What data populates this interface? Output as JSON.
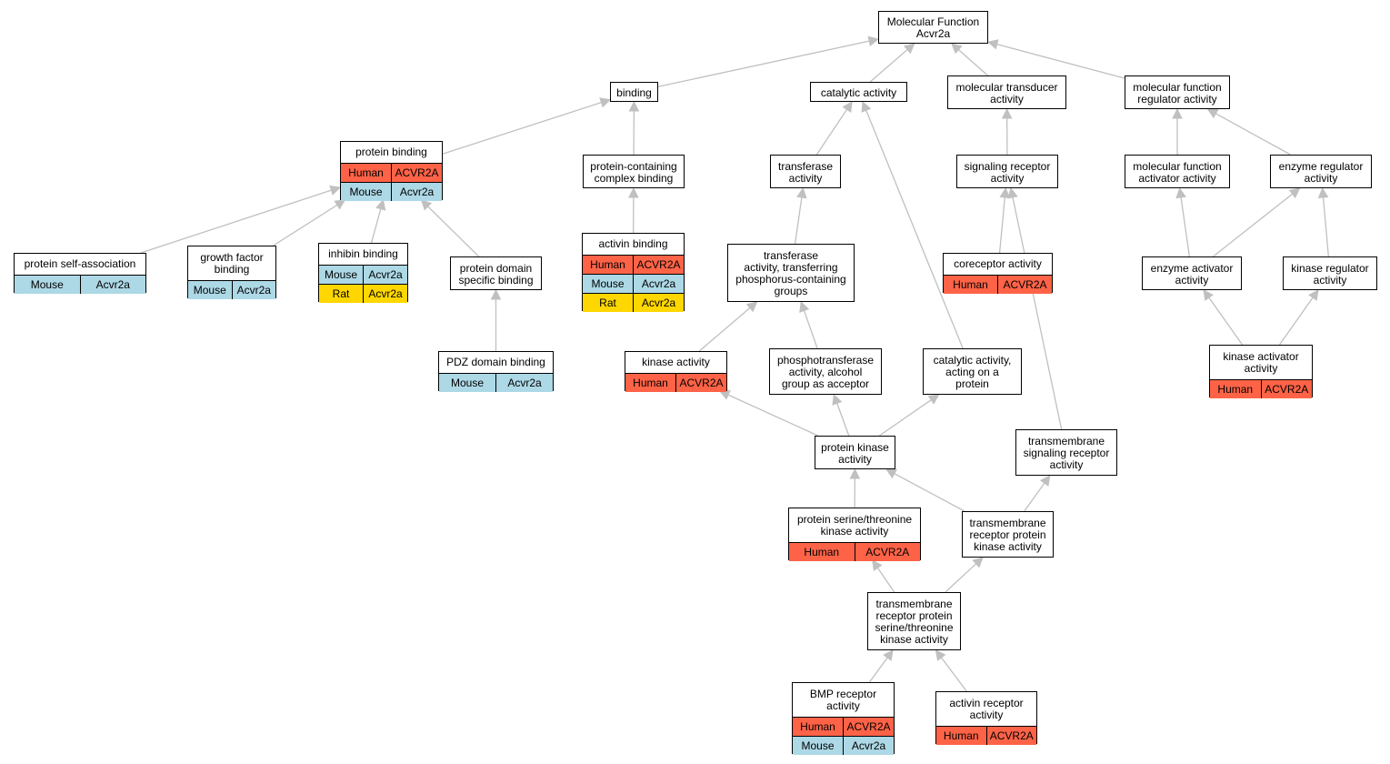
{
  "colors": {
    "Human": "#ff6347",
    "Mouse": "#add8e6",
    "Rat": "#ffd700",
    "edge": "#c0c0c0"
  },
  "nodes": {
    "mf": {
      "label": "Molecular Function\nAcvr2a",
      "rows": []
    },
    "bind": {
      "label": "binding",
      "rows": []
    },
    "cat": {
      "label": "catalytic activity",
      "rows": []
    },
    "mtrans": {
      "label": "molecular transducer\nactivity",
      "rows": []
    },
    "mfreg": {
      "label": "molecular function\nregulator activity",
      "rows": []
    },
    "pbind": {
      "label": "protein binding",
      "rows": [
        {
          "species": "Human",
          "gene": "ACVR2A"
        },
        {
          "species": "Mouse",
          "gene": "Acvr2a"
        }
      ]
    },
    "pcbind": {
      "label": "protein-containing\ncomplex binding",
      "rows": []
    },
    "trans": {
      "label": "transferase\nactivity",
      "rows": []
    },
    "sigrec": {
      "label": "signaling receptor\nactivity",
      "rows": []
    },
    "mfact": {
      "label": "molecular function\nactivator activity",
      "rows": []
    },
    "enzreg": {
      "label": "enzyme regulator\nactivity",
      "rows": []
    },
    "psa": {
      "label": "protein self-association",
      "rows": [
        {
          "species": "Mouse",
          "gene": "Acvr2a"
        }
      ]
    },
    "gfb": {
      "label": "growth factor\nbinding",
      "rows": [
        {
          "species": "Mouse",
          "gene": "Acvr2a"
        }
      ]
    },
    "inhb": {
      "label": "inhibin binding",
      "rows": [
        {
          "species": "Mouse",
          "gene": "Acvr2a"
        },
        {
          "species": "Rat",
          "gene": "Acvr2a"
        }
      ]
    },
    "pdsb": {
      "label": "protein domain\nspecific binding",
      "rows": []
    },
    "actb": {
      "label": "activin binding",
      "rows": [
        {
          "species": "Human",
          "gene": "ACVR2A"
        },
        {
          "species": "Mouse",
          "gene": "Acvr2a"
        },
        {
          "species": "Rat",
          "gene": "Acvr2a"
        }
      ]
    },
    "tphos": {
      "label": "transferase\nactivity, transferring\nphosphorus-containing\ngroups",
      "rows": []
    },
    "corec": {
      "label": "coreceptor activity",
      "rows": [
        {
          "species": "Human",
          "gene": "ACVR2A"
        }
      ]
    },
    "enzact": {
      "label": "enzyme activator\nactivity",
      "rows": []
    },
    "kinreg": {
      "label": "kinase regulator\nactivity",
      "rows": []
    },
    "pdz": {
      "label": "PDZ domain binding",
      "rows": [
        {
          "species": "Mouse",
          "gene": "Acvr2a"
        }
      ]
    },
    "kin": {
      "label": "kinase activity",
      "rows": [
        {
          "species": "Human",
          "gene": "ACVR2A"
        }
      ]
    },
    "phtr": {
      "label": "phosphotransferase\nactivity, alcohol\ngroup as acceptor",
      "rows": []
    },
    "catp": {
      "label": "catalytic activity,\nacting on a\nprotein",
      "rows": []
    },
    "kinact": {
      "label": "kinase activator\nactivity",
      "rows": [
        {
          "species": "Human",
          "gene": "ACVR2A"
        }
      ]
    },
    "pkin": {
      "label": "protein kinase\nactivity",
      "rows": []
    },
    "tmsig": {
      "label": "transmembrane\nsignaling receptor\nactivity",
      "rows": []
    },
    "pst": {
      "label": "protein serine/threonine\nkinase activity",
      "rows": [
        {
          "species": "Human",
          "gene": "ACVR2A"
        }
      ]
    },
    "tmrpk": {
      "label": "transmembrane\nreceptor protein\nkinase activity",
      "rows": []
    },
    "tmrst": {
      "label": "transmembrane\nreceptor protein\nserine/threonine\nkinase activity",
      "rows": []
    },
    "bmp": {
      "label": "BMP receptor\nactivity",
      "rows": [
        {
          "species": "Human",
          "gene": "ACVR2A"
        },
        {
          "species": "Mouse",
          "gene": "Acvr2a"
        }
      ]
    },
    "actr": {
      "label": "activin receptor\nactivity",
      "rows": [
        {
          "species": "Human",
          "gene": "ACVR2A"
        }
      ]
    }
  },
  "edges": [
    [
      "bind",
      "mf"
    ],
    [
      "cat",
      "mf"
    ],
    [
      "mtrans",
      "mf"
    ],
    [
      "mfreg",
      "mf"
    ],
    [
      "pbind",
      "bind"
    ],
    [
      "pcbind",
      "bind"
    ],
    [
      "trans",
      "cat"
    ],
    [
      "catp",
      "cat"
    ],
    [
      "sigrec",
      "mtrans"
    ],
    [
      "mfact",
      "mfreg"
    ],
    [
      "enzreg",
      "mfreg"
    ],
    [
      "psa",
      "pbind"
    ],
    [
      "gfb",
      "pbind"
    ],
    [
      "inhb",
      "pbind"
    ],
    [
      "pdsb",
      "pbind"
    ],
    [
      "actb",
      "pcbind"
    ],
    [
      "tphos",
      "trans"
    ],
    [
      "corec",
      "sigrec"
    ],
    [
      "tmsig",
      "sigrec"
    ],
    [
      "enzact",
      "mfact"
    ],
    [
      "enzact",
      "enzreg"
    ],
    [
      "kinreg",
      "enzreg"
    ],
    [
      "pdz",
      "pdsb"
    ],
    [
      "kin",
      "tphos"
    ],
    [
      "phtr",
      "tphos"
    ],
    [
      "kinact",
      "enzact"
    ],
    [
      "kinact",
      "kinreg"
    ],
    [
      "pkin",
      "kin"
    ],
    [
      "pkin",
      "phtr"
    ],
    [
      "pkin",
      "catp"
    ],
    [
      "pst",
      "pkin"
    ],
    [
      "tmrpk",
      "pkin"
    ],
    [
      "tmrpk",
      "tmsig"
    ],
    [
      "tmrst",
      "pst"
    ],
    [
      "tmrst",
      "tmrpk"
    ],
    [
      "bmp",
      "tmrst"
    ],
    [
      "actr",
      "tmrst"
    ]
  ]
}
